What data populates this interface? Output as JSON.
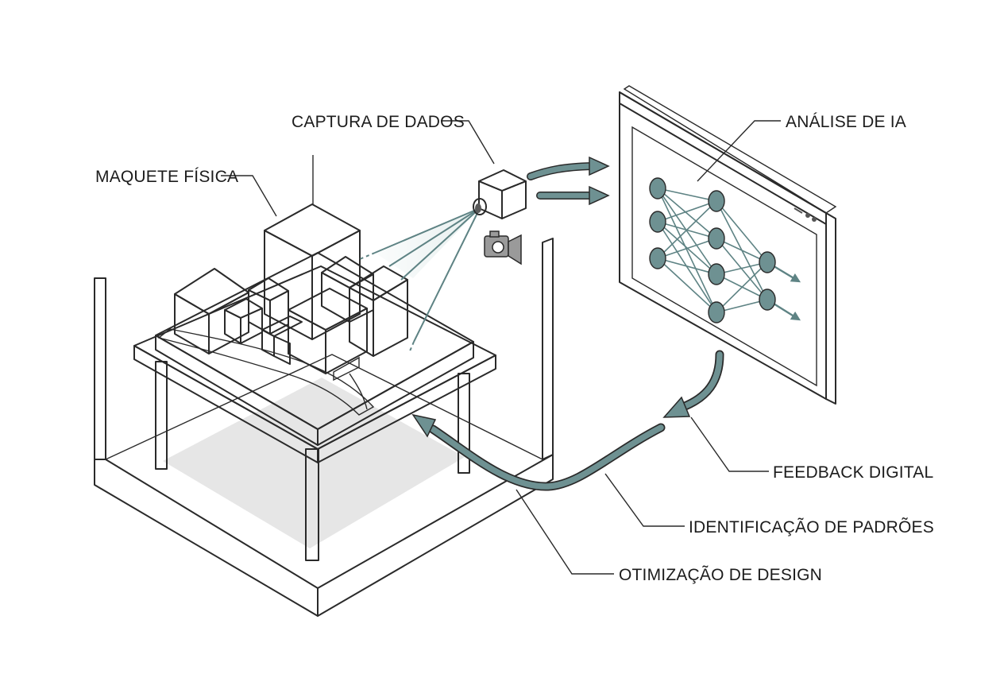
{
  "labels": {
    "maquete_fisica": "MAQUETE FÍSICA",
    "captura_de_dados": "CAPTURA DE DADOS",
    "analise_de_ia": "ANÁLISE DE IA",
    "feedback_digital": "FEEDBACK DIGITAL",
    "identificacao_de_padroes": "IDENTIFICAÇÃO DE PADRÕES",
    "otimizacao_de_design": "OTIMIZAÇÃO DE DESIGN"
  },
  "colors": {
    "ink": "#2a2a2a",
    "teal": "#5e8384",
    "sand": "#e4d7b5",
    "light_gray": "#ececec",
    "mid_gray": "#d9d9d9",
    "dark_gray": "#a9a9a9"
  },
  "icons": {
    "scanner": "scanner-camera-icon",
    "photo": "photo-camera-icon",
    "neural_network": "neural-network-icon"
  }
}
